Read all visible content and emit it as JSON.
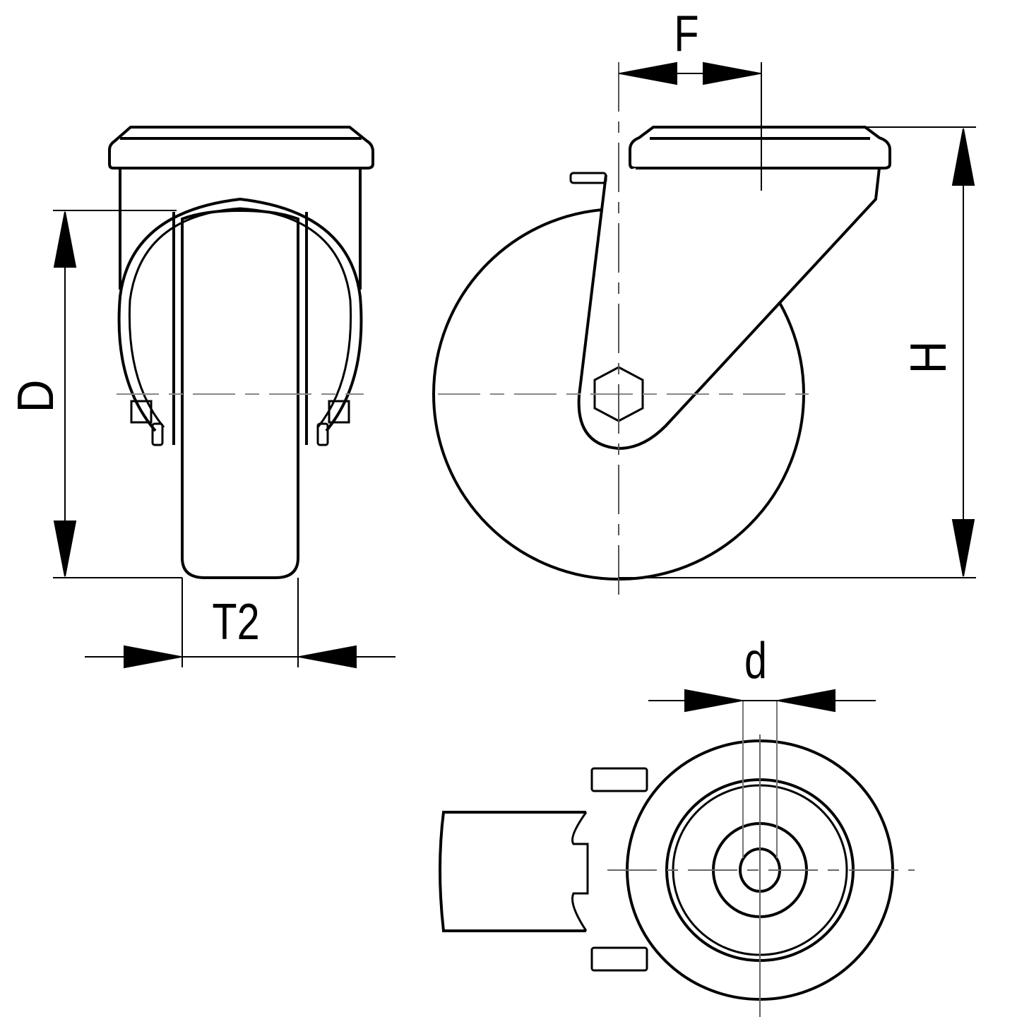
{
  "diagram": {
    "title": "Swivel caster with bolt hole - dimension drawing",
    "labels": {
      "D": "D",
      "T2": "T2",
      "F": "F",
      "H": "H",
      "d": "d"
    },
    "views": [
      "front-view",
      "side-view",
      "top-view"
    ],
    "stroke_color": "#000000",
    "background": "#ffffff"
  }
}
